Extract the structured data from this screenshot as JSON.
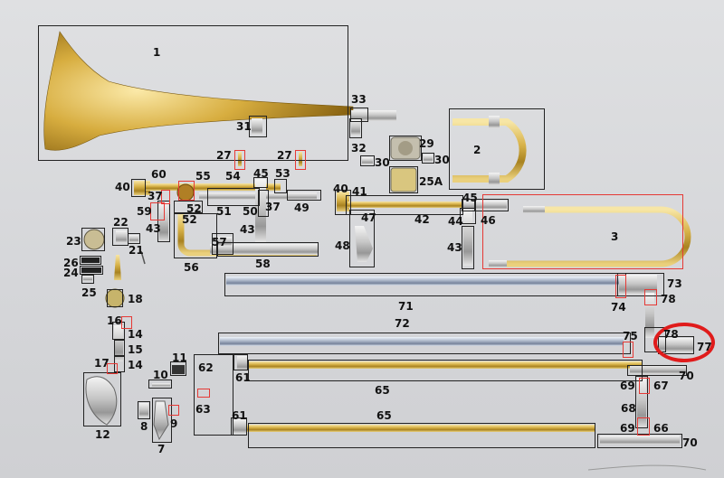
{
  "accent_color": "#e01b1b",
  "box_color": "#222222",
  "red_box_color": "#e53935",
  "labels": {
    "l1": "1",
    "l2": "2",
    "l3": "3",
    "l7": "7",
    "l8": "8",
    "l9": "9",
    "l10": "10",
    "l11": "11",
    "l12": "12",
    "l14a": "14",
    "l14b": "14",
    "l15": "15",
    "l16": "16",
    "l17": "17",
    "l18": "18",
    "l21": "21",
    "l22": "22",
    "l23": "23",
    "l24": "24",
    "l25": "25",
    "l25A": "25A",
    "l26": "26",
    "l27a": "27",
    "l27b": "27",
    "l29": "29",
    "l30a": "30",
    "l30b": "30",
    "l31": "31",
    "l32": "32",
    "l33": "33",
    "l37a": "37",
    "l37b": "37",
    "l40a": "40",
    "l40b": "40",
    "l41": "41",
    "l42": "42",
    "l43a": "43",
    "l43b": "43",
    "l43c": "43",
    "l44": "44",
    "l45a": "45",
    "l45b": "45",
    "l46": "46",
    "l47": "47",
    "l48": "48",
    "l49": "49",
    "l50": "50",
    "l51": "51",
    "l52": "52",
    "l53": "53",
    "l54": "54",
    "l55": "55",
    "l56": "56",
    "l57": "57",
    "l58": "58",
    "l59": "59",
    "l60": "60",
    "l61a": "61",
    "l61b": "61",
    "l62": "62",
    "l63": "63",
    "l65a": "65",
    "l65b": "65",
    "l66": "66",
    "l67": "67",
    "l68": "68",
    "l69a": "69",
    "l69b": "69",
    "l70a": "70",
    "l70b": "70",
    "l71": "71",
    "l72": "72",
    "l73": "73",
    "l74": "74",
    "l75": "75",
    "l77": "77",
    "l78a": "78",
    "l78b": "78"
  }
}
